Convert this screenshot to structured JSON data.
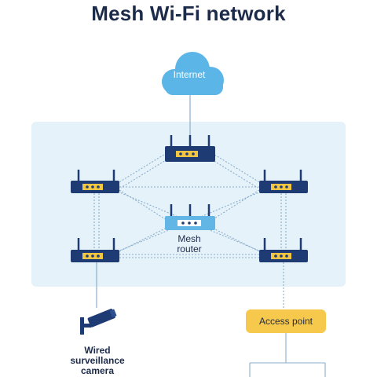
{
  "title": "Mesh Wi-Fi network",
  "cloud": {
    "label": "Internet"
  },
  "mesh_router": {
    "label": "Mesh router"
  },
  "camera": {
    "label": "Wired surveillance camera"
  },
  "access_point": {
    "label": "Access point"
  },
  "colors": {
    "title": "#1c2b4a",
    "panel": "#e6f2f9",
    "router_body": "#1f3b73",
    "router_lights": "#f2c641",
    "mesh_router_body": "#62b6e6",
    "cloud": "#5bb5e6",
    "link_line": "#8aaecd",
    "access_point": "#f6c84b"
  }
}
